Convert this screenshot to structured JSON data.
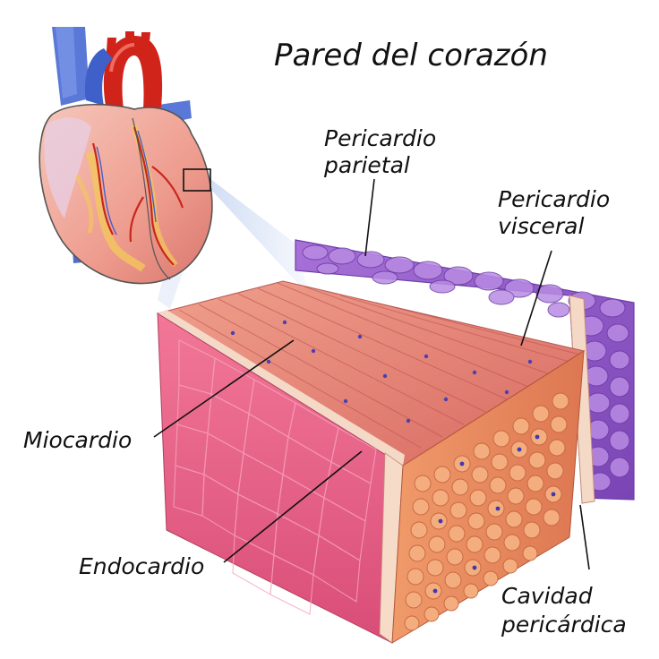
{
  "title": "Pared del corazón",
  "labels": {
    "pericardio_parietal": [
      "Pericardio",
      "parietal"
    ],
    "pericardio_visceral": [
      "Pericardio",
      "visceral"
    ],
    "miocardio": "Miocardio",
    "endocardio": "Endocardio",
    "cavidad_pericardica": [
      "Cavidad",
      "pericárdica"
    ]
  },
  "colors": {
    "pericardium_parietal": "#9a5fcf",
    "pericardium_outline": "#6d3ea6",
    "myocardium_top": "#e78b7a",
    "myocardium_front": "#f06a8c",
    "myocardium_side": "#e9855f",
    "endocardium": "#f3d9c6",
    "heart_body": "#f0a39a",
    "aorta": "#d0231a",
    "vena_cava": "#5a78d8",
    "zoom_beam": "#c8d7f2"
  }
}
